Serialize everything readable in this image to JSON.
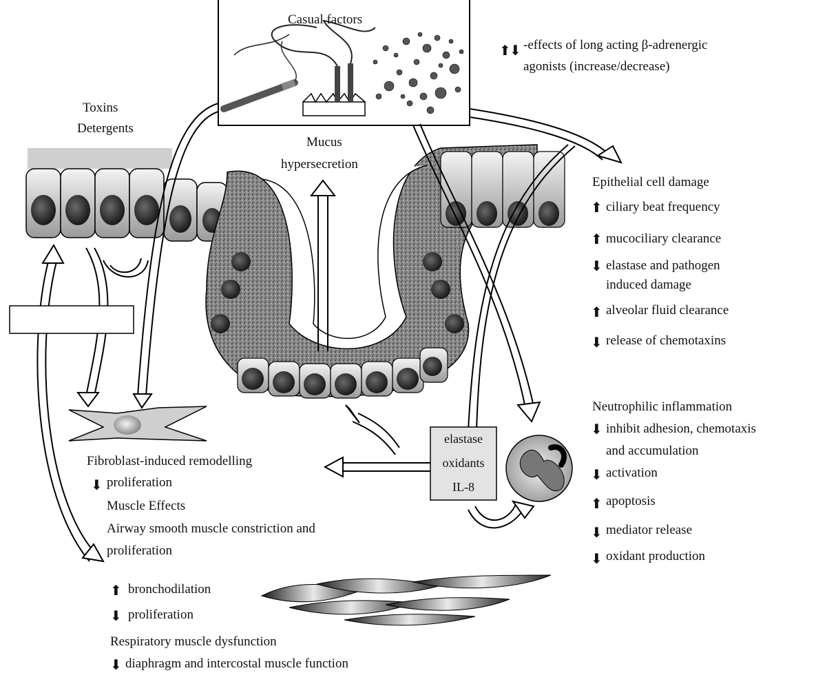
{
  "legend": {
    "up_arrow": "⬆",
    "down_arrow": "⬇",
    "line1": "-effects of long acting β-adrenergic",
    "line2": "agonists (increase/decrease)"
  },
  "causal_factors": "Casual factors",
  "toxins": {
    "line1": "Toxins",
    "line2": "Detergents"
  },
  "mucus": {
    "line1": "Mucus",
    "line2": "hypersecretion"
  },
  "mediators": {
    "line1": "elastase",
    "line2": "oxidants",
    "line3": "IL-8"
  },
  "epithelial": {
    "title": "Epithelial cell damage",
    "items": [
      {
        "dir": "up",
        "text": "ciliary beat frequency"
      },
      {
        "dir": "up",
        "text": "mucociliary clearance"
      },
      {
        "dir": "down",
        "text": "elastase and pathogen",
        "text2": "induced damage"
      },
      {
        "dir": "up",
        "text": "alveolar fluid clearance"
      },
      {
        "dir": "down",
        "text": "release of chemotaxins"
      }
    ]
  },
  "neutrophilic": {
    "title": "Neutrophilic inflammation",
    "items": [
      {
        "dir": "down",
        "text": "inhibit adhesion, chemotaxis",
        "text2": "and accumulation"
      },
      {
        "dir": "down",
        "text": "activation"
      },
      {
        "dir": "up",
        "text": "apoptosis"
      },
      {
        "dir": "down",
        "text": "mediator release"
      },
      {
        "dir": "down",
        "text": "oxidant production"
      }
    ]
  },
  "fibroblast": {
    "title": "Fibroblast-induced remodelling",
    "item1": "proliferation",
    "muscle_effects": "Muscle Effects",
    "airway_line1": "Airway smooth muscle constriction and",
    "airway_line2": "proliferation"
  },
  "smooth_muscle": {
    "item1": "bronchodilation",
    "item2": "proliferation",
    "resp_title": "Respiratory muscle dysfunction",
    "resp_item": "diaphragm and intercostal muscle function"
  }
}
